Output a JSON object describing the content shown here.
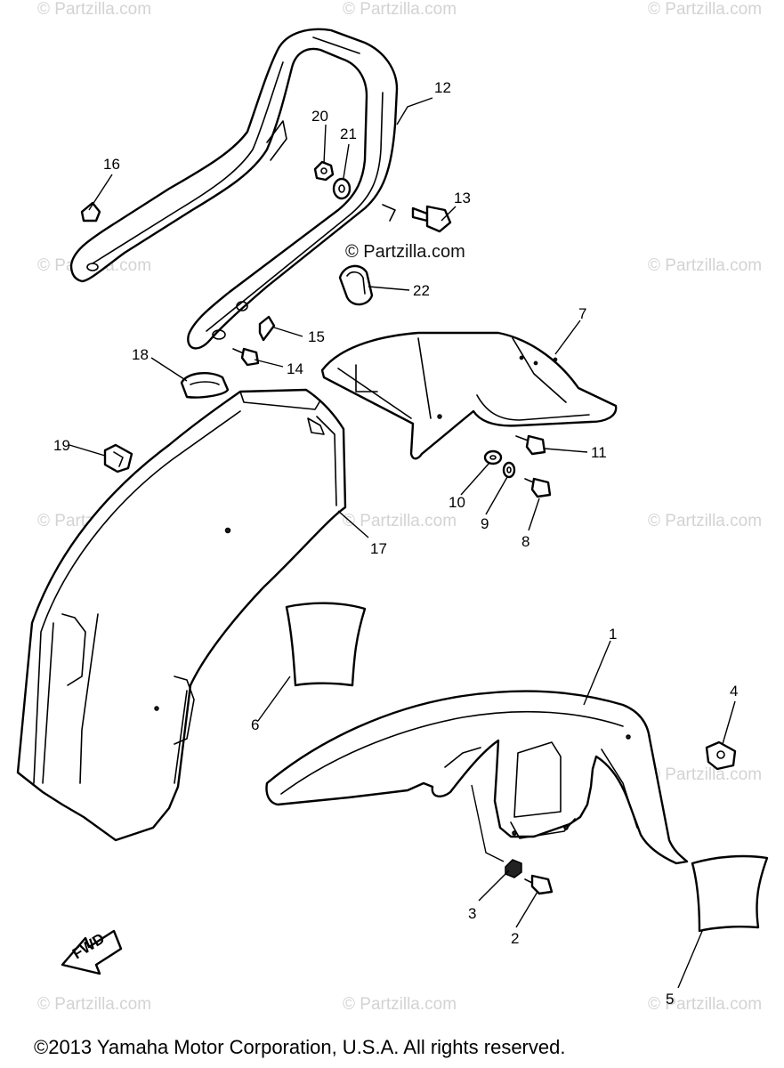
{
  "watermark": {
    "text": "© Partzilla.com",
    "center_text": "© Partzilla.com"
  },
  "callouts": [
    "1",
    "2",
    "3",
    "4",
    "5",
    "6",
    "7",
    "8",
    "9",
    "10",
    "11",
    "12",
    "13",
    "14",
    "15",
    "16",
    "17",
    "18",
    "19",
    "20",
    "21",
    "22"
  ],
  "fwd_label": "FWD",
  "footer": {
    "copyright": "©2013  Yamaha Motor Corporation, U.S.A. All rights reserved."
  }
}
